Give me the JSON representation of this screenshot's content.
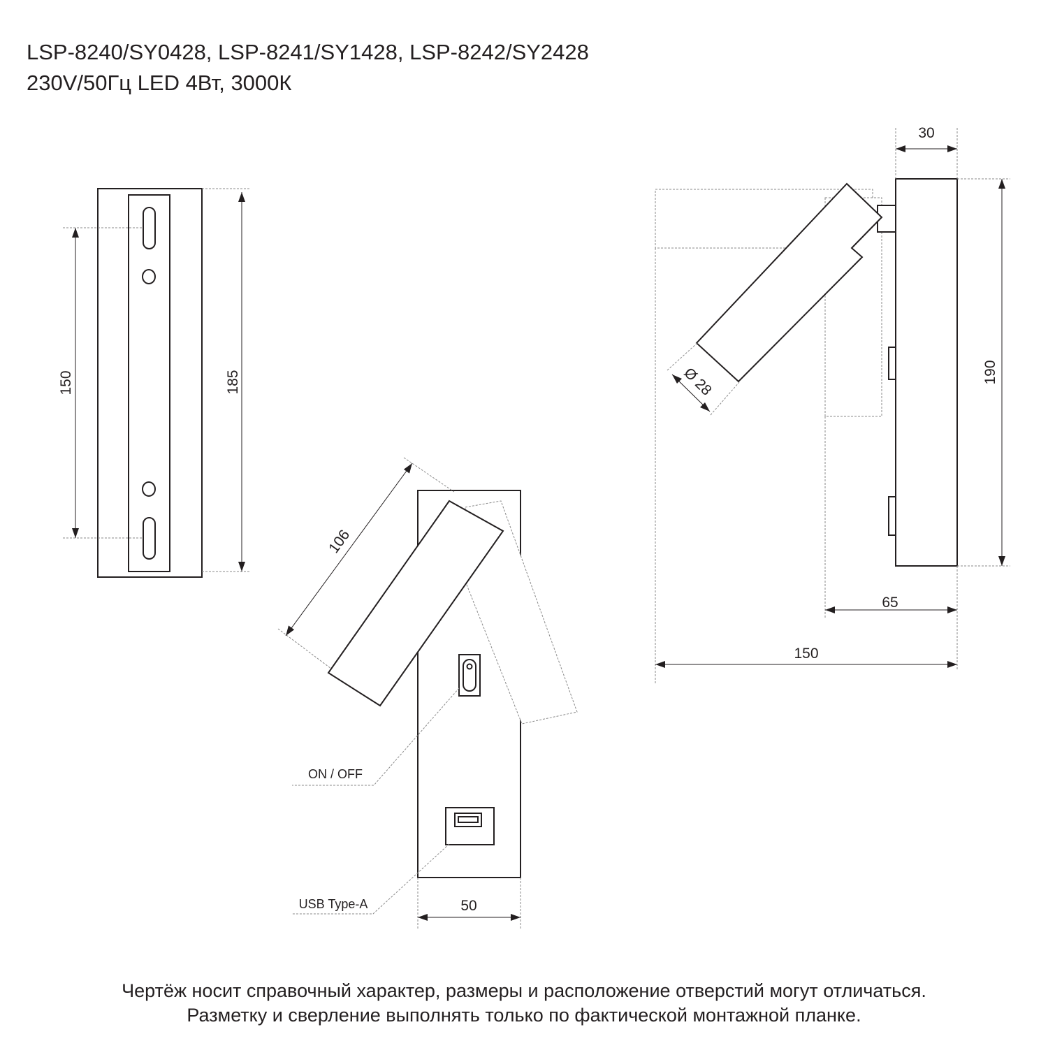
{
  "header": {
    "models": "LSP-8240/SY0428, LSP-8241/SY1428, LSP-8242/SY2428",
    "specs": "230V/50Гц  LED 4Вт, 3000К"
  },
  "dimensions": {
    "mount_hole_spacing": "150",
    "plate_height": "185",
    "arm_length": "106",
    "base_width": "50",
    "head_diameter": "Ø 28",
    "depth": "30",
    "height": "190",
    "offset": "65",
    "reach": "150"
  },
  "callouts": {
    "switch": "ON / OFF",
    "usb": "USB Type-A"
  },
  "footer": {
    "line1": "Чертёж носит справочный характер, размеры и расположение отверстий могут отличаться.",
    "line2": "Разметку и сверление выполнять только по фактической монтажной планке."
  }
}
